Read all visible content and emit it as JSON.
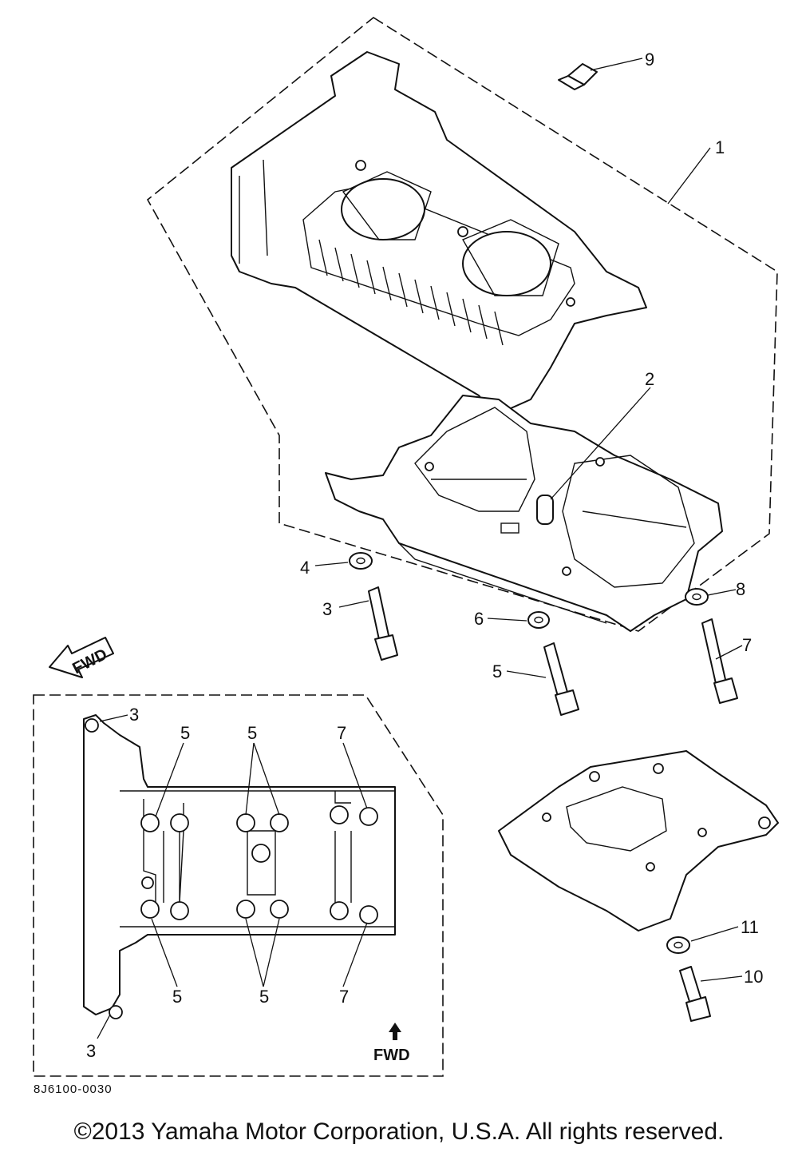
{
  "diagram": {
    "callouts": {
      "c1": "1",
      "c2": "2",
      "c3": "3",
      "c4": "4",
      "c5": "5",
      "c6": "6",
      "c7": "7",
      "c8": "8",
      "c9": "9",
      "c10": "10",
      "c11": "11"
    },
    "detail_callouts": {
      "d3a": "3",
      "d3b": "3",
      "d5a": "5",
      "d5b": "5",
      "d5c": "5",
      "d5d": "5",
      "d7a": "7",
      "d7b": "7"
    },
    "fwd_label": "FWD",
    "fwd_arrow_label": "FWD",
    "drawing_code": "8J6100-0030"
  },
  "footer": {
    "copyright": "©2013 Yamaha Motor Corporation, U.S.A. All rights reserved."
  }
}
